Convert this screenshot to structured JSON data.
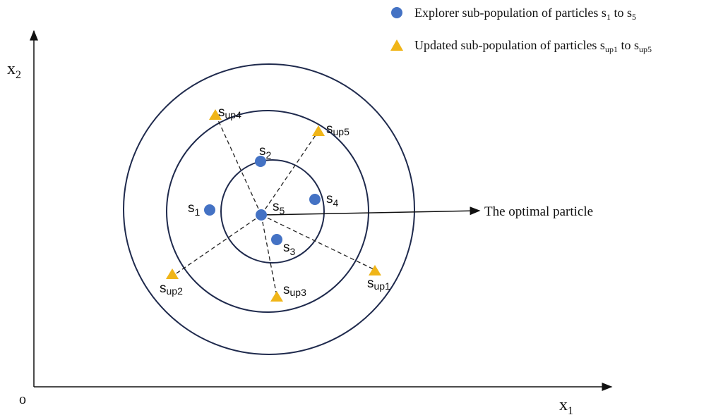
{
  "axes": {
    "x_label": "x",
    "x_sub": "1",
    "y_label": "x",
    "y_sub": "2",
    "origin": "o"
  },
  "legend": {
    "explorer": {
      "text": "Explorer sub-population of particles s",
      "sub1": "1",
      "mid": " to s",
      "sub2": "5"
    },
    "updated": {
      "text": "Updated sub-population of particles s",
      "sub1": "up1",
      "mid": " to s",
      "sub2": "up5"
    }
  },
  "annotation": "The optimal particle",
  "particles": {
    "s1": {
      "base": "s",
      "sub": "1"
    },
    "s2": {
      "base": "s",
      "sub": "2"
    },
    "s3": {
      "base": "s",
      "sub": "3"
    },
    "s4": {
      "base": "s",
      "sub": "4"
    },
    "s5": {
      "base": "s",
      "sub": "5"
    },
    "sup1": {
      "base": "s",
      "sub": "up1"
    },
    "sup2": {
      "base": "s",
      "sub": "up2"
    },
    "sup3": {
      "base": "s",
      "sub": "up3"
    },
    "sup4": {
      "base": "s",
      "sub": "up4"
    },
    "sup5": {
      "base": "s",
      "sub": "up5"
    }
  },
  "colors": {
    "explorer": "#4472c4",
    "updated": "#f0b518",
    "rings": "#1f2a4d"
  }
}
